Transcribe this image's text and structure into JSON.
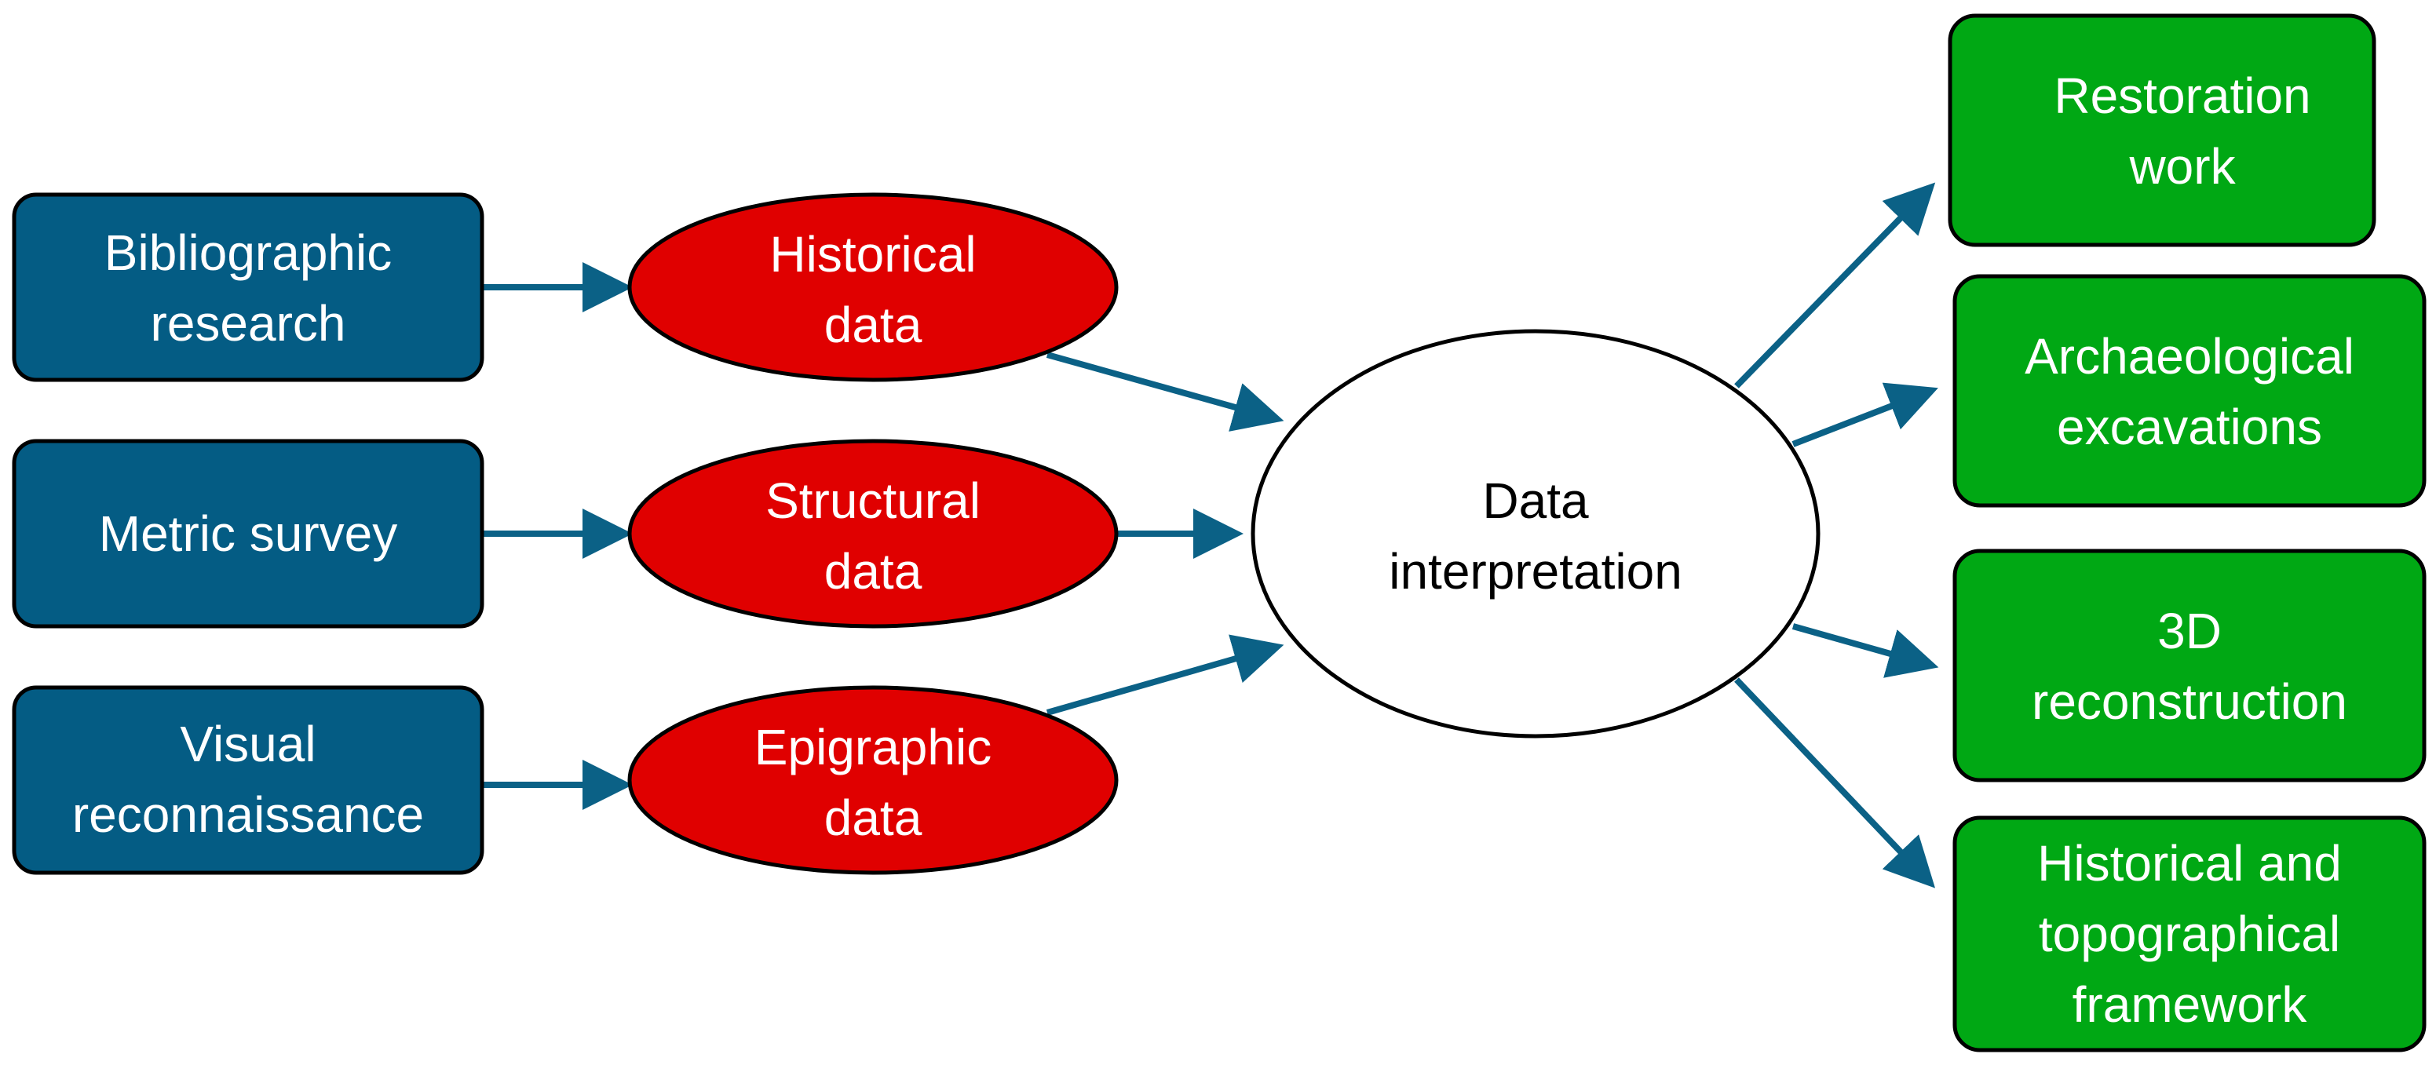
{
  "colors": {
    "source_fill": "#045C84",
    "data_fill": "#E00000",
    "output_fill": "#00A814",
    "center_fill": "#FFFFFF",
    "outline": "#000000",
    "arrow": "#0B6186"
  },
  "sources": [
    {
      "line1": "Bibliographic",
      "line2": "research"
    },
    {
      "line1": "Metric survey"
    },
    {
      "line1": "Visual",
      "line2": "reconnaissance"
    }
  ],
  "data_types": [
    {
      "line1": "Historical",
      "line2": "data"
    },
    {
      "line1": "Structural",
      "line2": "data"
    },
    {
      "line1": "Epigraphic",
      "line2": "data"
    }
  ],
  "center": {
    "line1": "Data",
    "line2": "interpretation"
  },
  "outputs": [
    {
      "line1": "Restoration",
      "line2": "work"
    },
    {
      "line1": "Archaeological",
      "line2": "excavations"
    },
    {
      "line1": "3D",
      "line2": "reconstruction"
    },
    {
      "line1": "Historical and",
      "line2": "topographical",
      "line3": "framework"
    }
  ]
}
